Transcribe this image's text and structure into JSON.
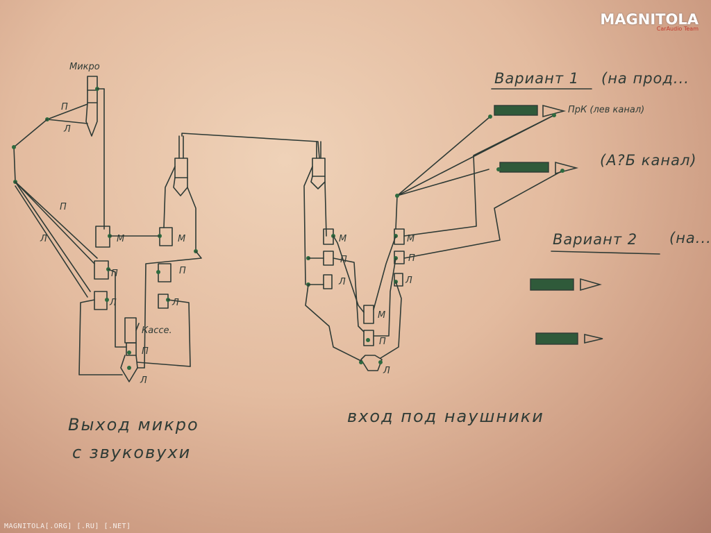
{
  "logo": {
    "text": "MAGNITOLA",
    "tagline": "CarAudio Team"
  },
  "watermark": "MAGNITOLA[.ORG] [.RU] [.NET]",
  "left_block": {
    "mic_label": "Микро",
    "pin_labels": {
      "plus": "П",
      "left": "Л",
      "mic": "М"
    },
    "cassette_label": "Кассе.",
    "caption_line1": "Выход микро",
    "caption_line2": "с звуковухи"
  },
  "right_block": {
    "caption": "вход под наушники"
  },
  "variant1": {
    "title": "Вариант 1",
    "title_note": "(на прод...",
    "channel1_label": "ПрК (лев канал)",
    "channel2_label": "(А?Б канал)"
  },
  "variant2": {
    "title": "Вариант 2",
    "title_note": "(на..."
  },
  "colors": {
    "ink": "#2e3a35",
    "plug_fill": "#2f5a3a",
    "node": "#2f6b3f",
    "paper": "#e8c4a8"
  }
}
